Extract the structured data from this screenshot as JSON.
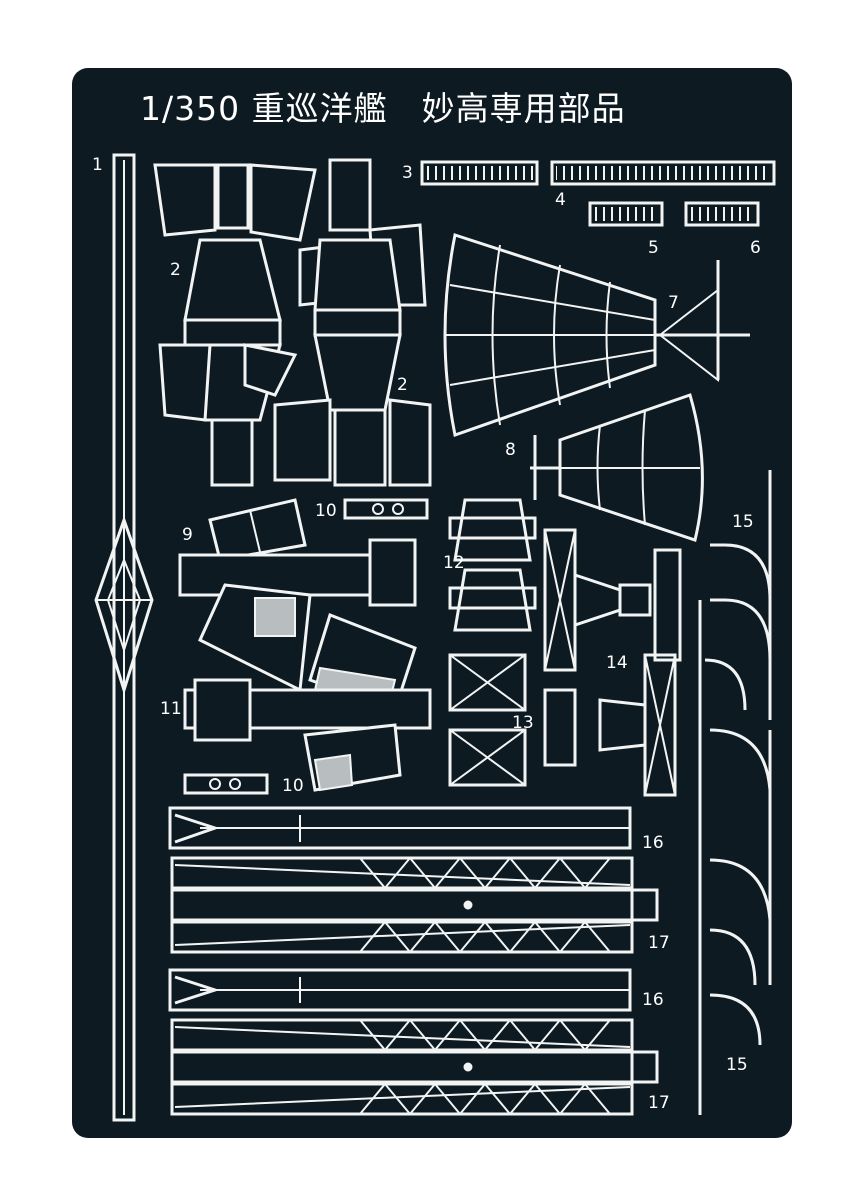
{
  "title": "1/350 重巡洋艦　妙高専用部品",
  "colors": {
    "sheet": "#0d1a22",
    "metal": "#f2f4f4",
    "half_etch": "#b8bec0"
  },
  "part_numbers": {
    "p1": "1",
    "p2a": "2",
    "p2b": "2",
    "p3": "3",
    "p4": "4",
    "p5": "5",
    "p6": "6",
    "p7": "7",
    "p8": "8",
    "p9": "9",
    "p10a": "10",
    "p10b": "10",
    "p11": "11",
    "p12": "12",
    "p13": "13",
    "p14": "14",
    "p15a": "15",
    "p15b": "15",
    "p16a": "16",
    "p16b": "16",
    "p17a": "17",
    "p17b": "17"
  }
}
